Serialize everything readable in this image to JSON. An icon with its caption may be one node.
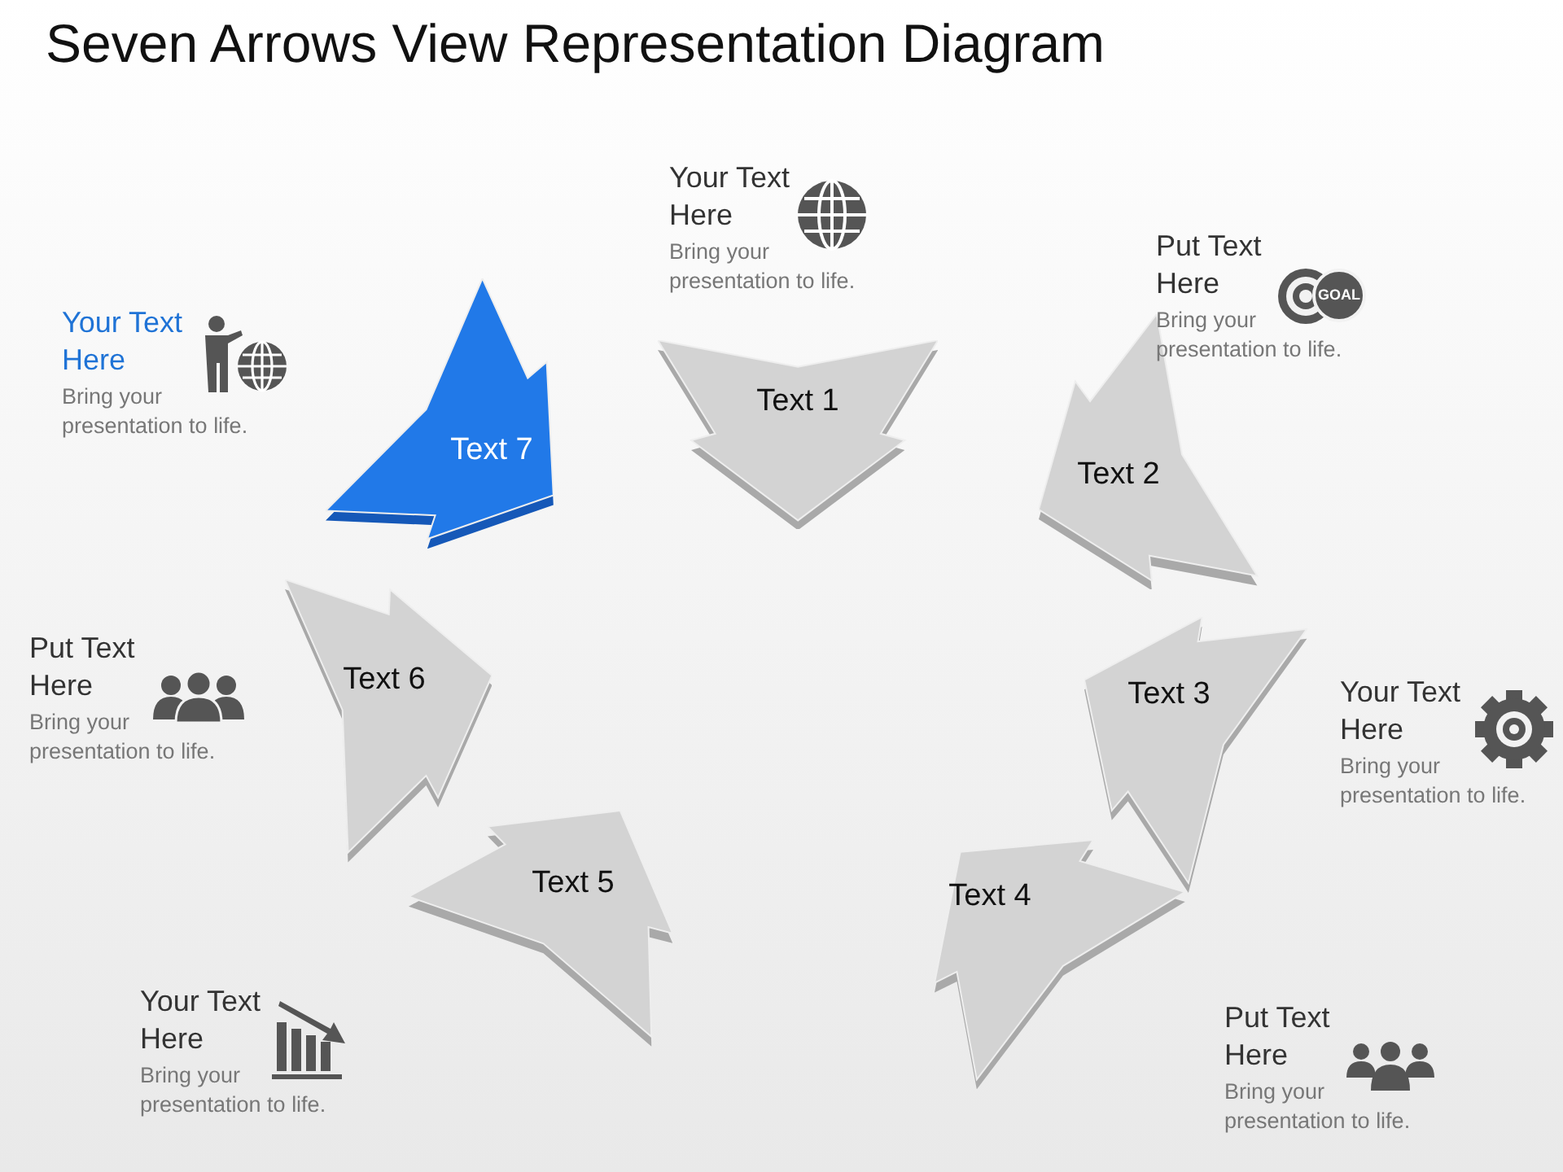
{
  "diagram": {
    "title": "Seven Arrows View Representation Diagram",
    "nodes": [
      {
        "text": [
          "Text 1"
        ]
      },
      {
        "text": [
          "Text 2"
        ]
      },
      {
        "text": [
          "Text 3"
        ]
      },
      {
        "text": [
          "Text 4"
        ]
      },
      {
        "text": [
          "Text 5"
        ]
      },
      {
        "text": [
          "Text 6"
        ]
      },
      {
        "text": [
          "Text 7"
        ]
      }
    ],
    "labels": [
      "Your Text Here",
      "Bring your presentation to life.",
      "Put Text Here",
      "Bring your presentation to life.",
      "GOAL",
      "Your Text Here",
      "Bring your presentation to life.",
      "Put Text Here",
      "Bring your presentation to life.",
      "Your Text Here",
      "Bring your presentation to life.",
      "Your Text Here",
      "Bring your presentation to life.",
      "Put Text Here",
      "Bring your presentation to life."
    ]
  }
}
